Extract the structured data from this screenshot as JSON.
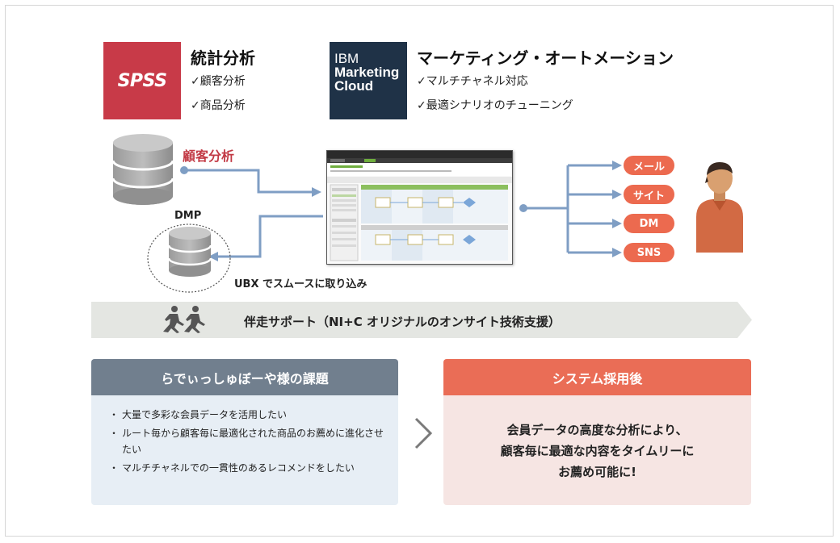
{
  "spss": {
    "logo_text": "SPSS",
    "title": "統計分析",
    "items": [
      "✓顧客分析",
      "✓商品分析"
    ]
  },
  "ibm": {
    "logo_lines": [
      "IBM",
      "Marketing",
      "Cloud"
    ],
    "title": "マーケティング・オートメーション",
    "items": [
      "✓マルチチャネル対応",
      "✓最適シナリオのチューニング"
    ]
  },
  "flow": {
    "db_label": "顧客分析",
    "dmp_label": "DMP",
    "ubx_label": "UBX でスムースに取り込み",
    "channels": [
      "メール",
      "サイト",
      "DM",
      "SNS"
    ]
  },
  "banner": {
    "text": "伴走サポート（NI+C オリジナルのオンサイト技術支援）"
  },
  "challenges": {
    "title": "らでぃっしゅぼーや様の課題",
    "items": [
      "大量で多彩な会員データを活用したい",
      "ルート毎から顧客毎に最適化された商品のお薦めに進化させたい",
      "マルチチャネルでの一貫性のあるレコメンドをしたい"
    ]
  },
  "after": {
    "title": "システム採用後",
    "lines": [
      "会員データの高度な分析により、",
      "顧客毎に最適な内容をタイムリーに",
      "お薦め可能に!"
    ]
  },
  "colors": {
    "spss_red": "#c83a48",
    "ibm_navy": "#1f3247",
    "flow_blue": "#7f9ec4",
    "pill_orange": "#ec6a4f",
    "panel_slate": "#717f8e",
    "panel_coral": "#ea6d56"
  },
  "icons": {
    "runners": "running-people-icon",
    "person": "person-avatar-icon",
    "database": "database-icon",
    "arrow": "chevron-right-icon"
  }
}
